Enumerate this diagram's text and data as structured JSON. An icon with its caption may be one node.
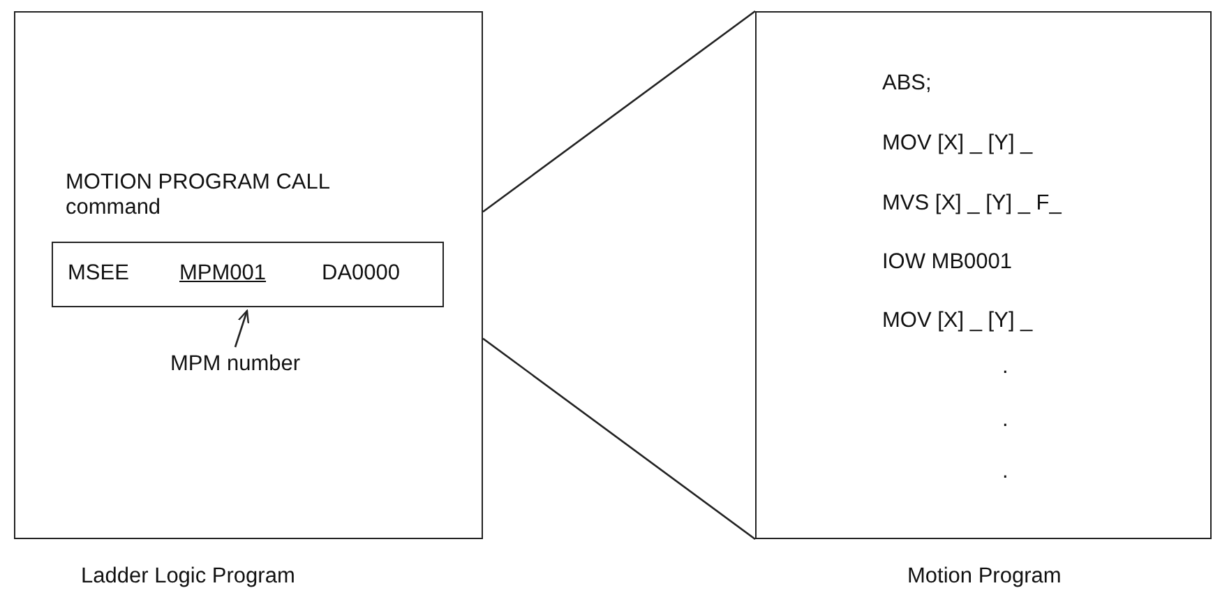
{
  "diagram": {
    "nodes": [
      {
        "text": [
          "MOTION PROGRAM CALL command"
        ],
        "beside": [
          "Ladder Logic Program"
        ]
      },
      {
        "text": [
          "MSEE",
          "MPM001",
          "DA0000"
        ],
        "in": 0
      },
      {
        "text": [
          "MPM number"
        ],
        "in": 0
      },
      {
        "text": [
          "ABS;",
          "MOV [X] _ [Y] _",
          "MVS [X] _ [Y] _ F_",
          "IOW MB0001",
          "MOV [X] _ [Y] _",
          ".",
          ".",
          "."
        ],
        "beside": [
          "Motion Program"
        ]
      }
    ],
    "edges": [
      {
        "from": 0,
        "to": 3,
        "arrow": "none"
      },
      {
        "from": 0,
        "to": 3,
        "arrow": "none"
      },
      {
        "from": 2,
        "to": 1,
        "arrow": "to"
      }
    ]
  }
}
